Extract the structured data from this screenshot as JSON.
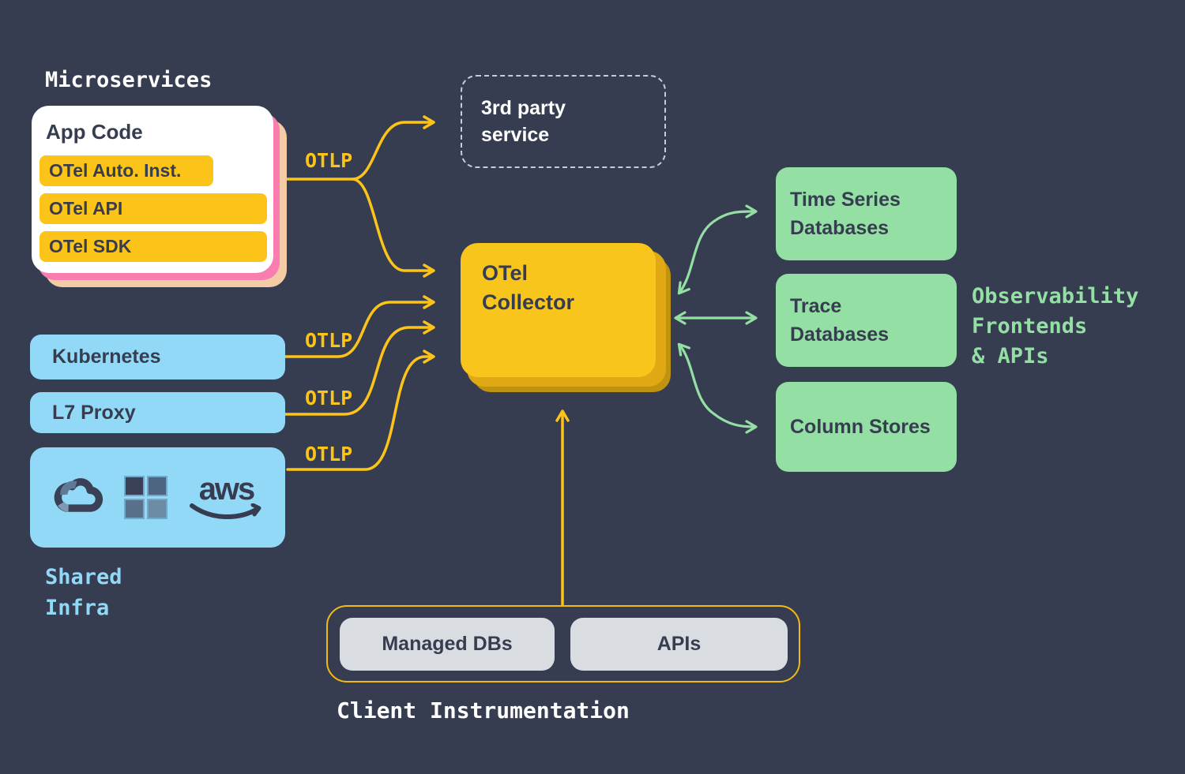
{
  "colors": {
    "background": "#373D50",
    "accent_yellow": "#FCC419",
    "collector_yellow": "#F8C51D",
    "collector_layer_mid": "#E0A913",
    "collector_layer_dark": "#BF9210",
    "pink_layer": "#F97DB1",
    "peach_layer": "#F4CBA4",
    "light_blue": "#92D9F8",
    "green": "#93DFA4",
    "navy_text": "#373D50",
    "white": "#FFFFFF",
    "gray_pill": "#D9DCE1"
  },
  "microservices": {
    "heading": "Microservices",
    "card_title": "App Code",
    "pills": [
      "OTel Auto. Inst.",
      "OTel API",
      "OTel SDK"
    ]
  },
  "third_party": {
    "label": "3rd party service"
  },
  "collector": {
    "label": "OTel Collector"
  },
  "otlp_label": "OTLP",
  "sources": {
    "kubernetes": "Kubernetes",
    "l7_proxy": "L7 Proxy",
    "shared_infra_caption": "Shared\nInfra",
    "cloud_provider_icons": [
      "google-cloud-icon",
      "microsoft-icon",
      "aws-icon"
    ],
    "aws_wordmark": "aws"
  },
  "destinations": {
    "items": [
      "Time Series Databases",
      "Trace Databases",
      "Column Stores"
    ],
    "note": "Observability\nFrontends\n& APIs"
  },
  "client_instrumentation": {
    "caption": "Client Instrumentation",
    "pills": [
      "Managed DBs",
      "APIs"
    ]
  }
}
